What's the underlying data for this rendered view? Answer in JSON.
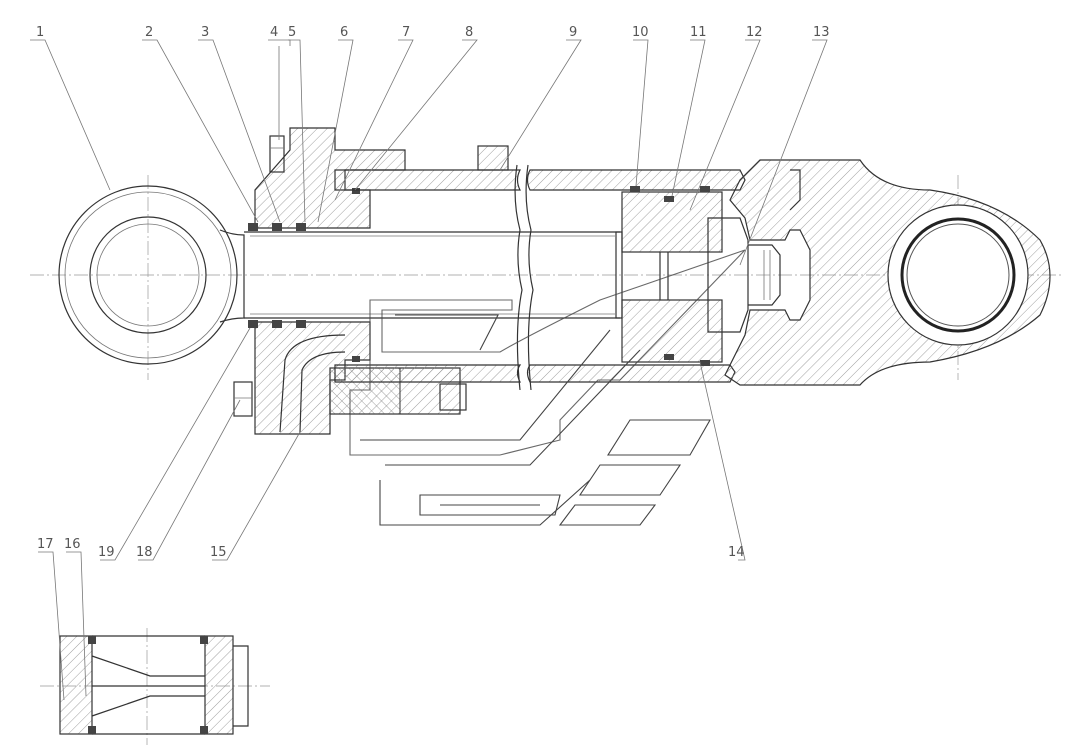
{
  "callouts": [
    {
      "id": "c1",
      "text": "1"
    },
    {
      "id": "c2",
      "text": "2"
    },
    {
      "id": "c3",
      "text": "3"
    },
    {
      "id": "c4",
      "text": "4"
    },
    {
      "id": "c5",
      "text": "5"
    },
    {
      "id": "c6",
      "text": "6"
    },
    {
      "id": "c7",
      "text": "7"
    },
    {
      "id": "c8",
      "text": "8"
    },
    {
      "id": "c9",
      "text": "9"
    },
    {
      "id": "c10",
      "text": "10"
    },
    {
      "id": "c11",
      "text": "11"
    },
    {
      "id": "c12",
      "text": "12"
    },
    {
      "id": "c13",
      "text": "13"
    },
    {
      "id": "c14",
      "text": "14"
    },
    {
      "id": "c15",
      "text": "15"
    },
    {
      "id": "c16",
      "text": "16"
    },
    {
      "id": "c17",
      "text": "17"
    },
    {
      "id": "c18",
      "text": "18"
    },
    {
      "id": "c19",
      "text": "19"
    }
  ]
}
